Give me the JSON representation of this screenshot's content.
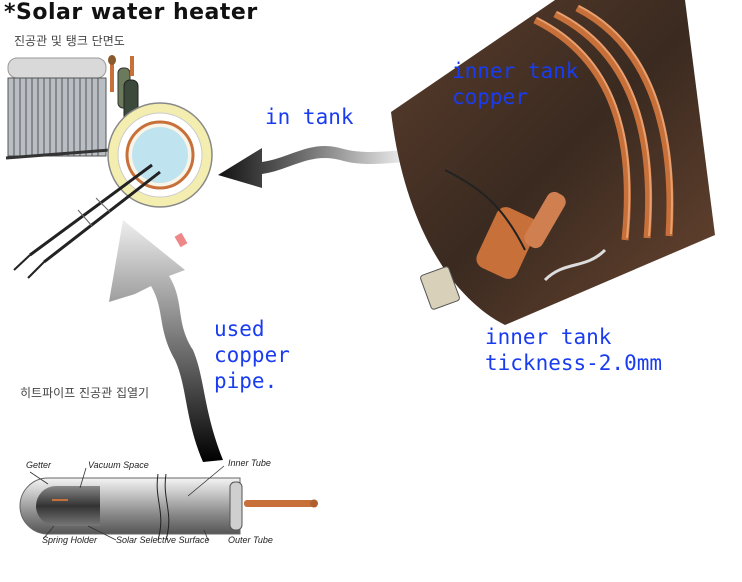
{
  "title": "*Solar water heater",
  "subtitle_kr_tank": "진공관 및 탱크 단면도",
  "subtitle_kr_heatpipe": "히트파이프 진공관 집열기",
  "labels": {
    "in_tank": "in tank",
    "inner_tank_copper": [
      "inner tank",
      "copper"
    ],
    "inner_tank_thickness": [
      "inner tank",
      "tickness-2.0mm"
    ],
    "used_copper_pipe": [
      "used",
      "copper",
      "pipe."
    ]
  },
  "tube_parts": {
    "getter": "Getter",
    "vacuum_space": "Vacuum Space",
    "inner_tube": "Inner Tube",
    "spring_holder": "Spring Holder",
    "solar_selective_surface": "Solar Selective Surface",
    "outer_tube": "Outer Tube"
  },
  "colors": {
    "label_blue": "#1a3cf0",
    "copper": "#c8703a",
    "tank_ring": "#f3eeb0"
  }
}
